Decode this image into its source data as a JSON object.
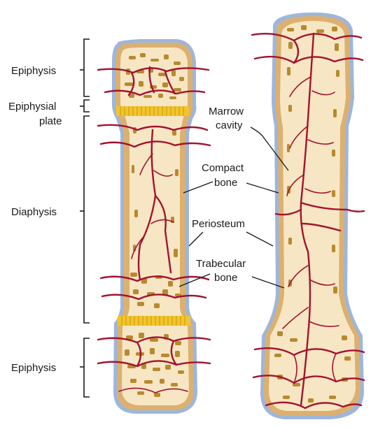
{
  "colors": {
    "periosteum": "#9eb6dc",
    "compact_bone": "#dcb06e",
    "marrow": "#f7e6c3",
    "trabecular": "#b78a2e",
    "plate": "#f2c52c",
    "vessel": "#a3122f"
  },
  "labels": {
    "epiphysis_top": "Epiphysis",
    "epiphysial_plate_1": "Epiphysial",
    "epiphysial_plate_2": "plate",
    "diaphysis": "Diaphysis",
    "epiphysis_bottom": "Epiphysis",
    "marrow_cavity_1": "Marrow",
    "marrow_cavity_2": "cavity",
    "compact_bone_1": "Compact",
    "compact_bone_2": "bone",
    "periosteum": "Periosteum",
    "trabecular_bone_1": "Trabecular",
    "trabecular_bone_2": "bone"
  }
}
